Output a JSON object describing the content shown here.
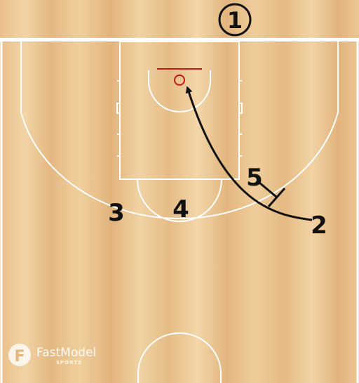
{
  "diagram": {
    "frame_label": "1",
    "players": [
      {
        "id": "p2",
        "label": "2"
      },
      {
        "id": "p3",
        "label": "3"
      },
      {
        "id": "p4",
        "label": "4"
      },
      {
        "id": "p5",
        "label": "5"
      }
    ]
  },
  "branding": {
    "logo_letter": "F",
    "name": "FastModel",
    "tagline": "SPORTS"
  },
  "colors": {
    "wood_light": "#efcf9f",
    "wood_dark": "#ddb27c",
    "court_lines": "#ffffff",
    "rim": "#c21a1a",
    "action_path": "#111111"
  },
  "icons": {
    "screen": "screen-marker-icon",
    "cut": "cut-arrow-icon"
  }
}
